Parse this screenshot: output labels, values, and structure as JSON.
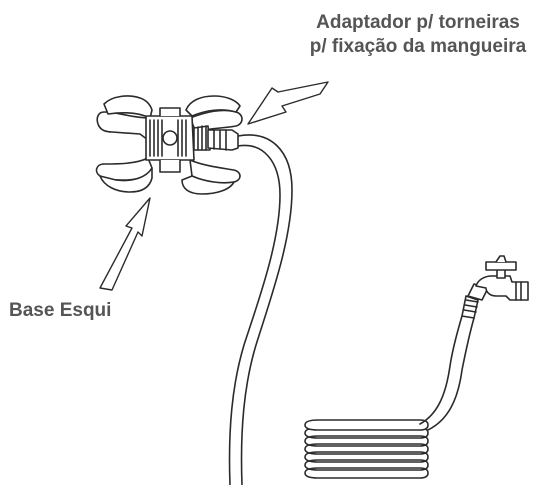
{
  "labels": {
    "adapter_line1": "Adaptador p/ torneiras",
    "adapter_line2": "p/ fixação da mangueira",
    "base": "Base Esqui"
  },
  "icons": {
    "base": "sprinkler-base-icon",
    "hose": "garden-hose-icon",
    "faucet": "faucet-icon",
    "adapter": "hose-adapter-icon"
  },
  "colors": {
    "line": "#2b2b2b",
    "label_text": "#555555",
    "fill": "#ffffff"
  }
}
